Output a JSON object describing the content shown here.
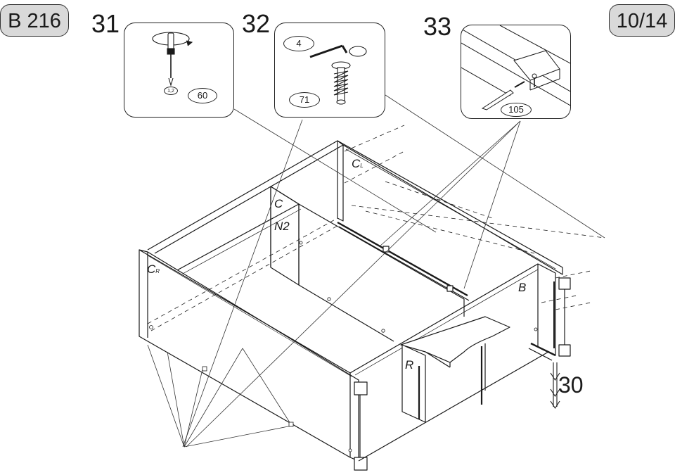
{
  "header": {
    "model_code": "B 216",
    "page_indicator": "10/14"
  },
  "steps": [
    {
      "number": "31",
      "part_ids": [
        "60"
      ],
      "tool_marks": [
        "1,2"
      ]
    },
    {
      "number": "32",
      "part_ids": [
        "4",
        "71"
      ]
    },
    {
      "number": "33",
      "part_ids": [
        "105"
      ]
    }
  ],
  "panel_labels": {
    "c_left": "C",
    "c_left_sub": "L",
    "c": "C",
    "n2": "N2",
    "c_right": "C",
    "c_right_sub": "R",
    "b": "B",
    "r": "R"
  },
  "callouts": {
    "step_30": "30"
  },
  "colors": {
    "tag_fill": "#d9d9d9",
    "line": "#1a1a1a"
  }
}
